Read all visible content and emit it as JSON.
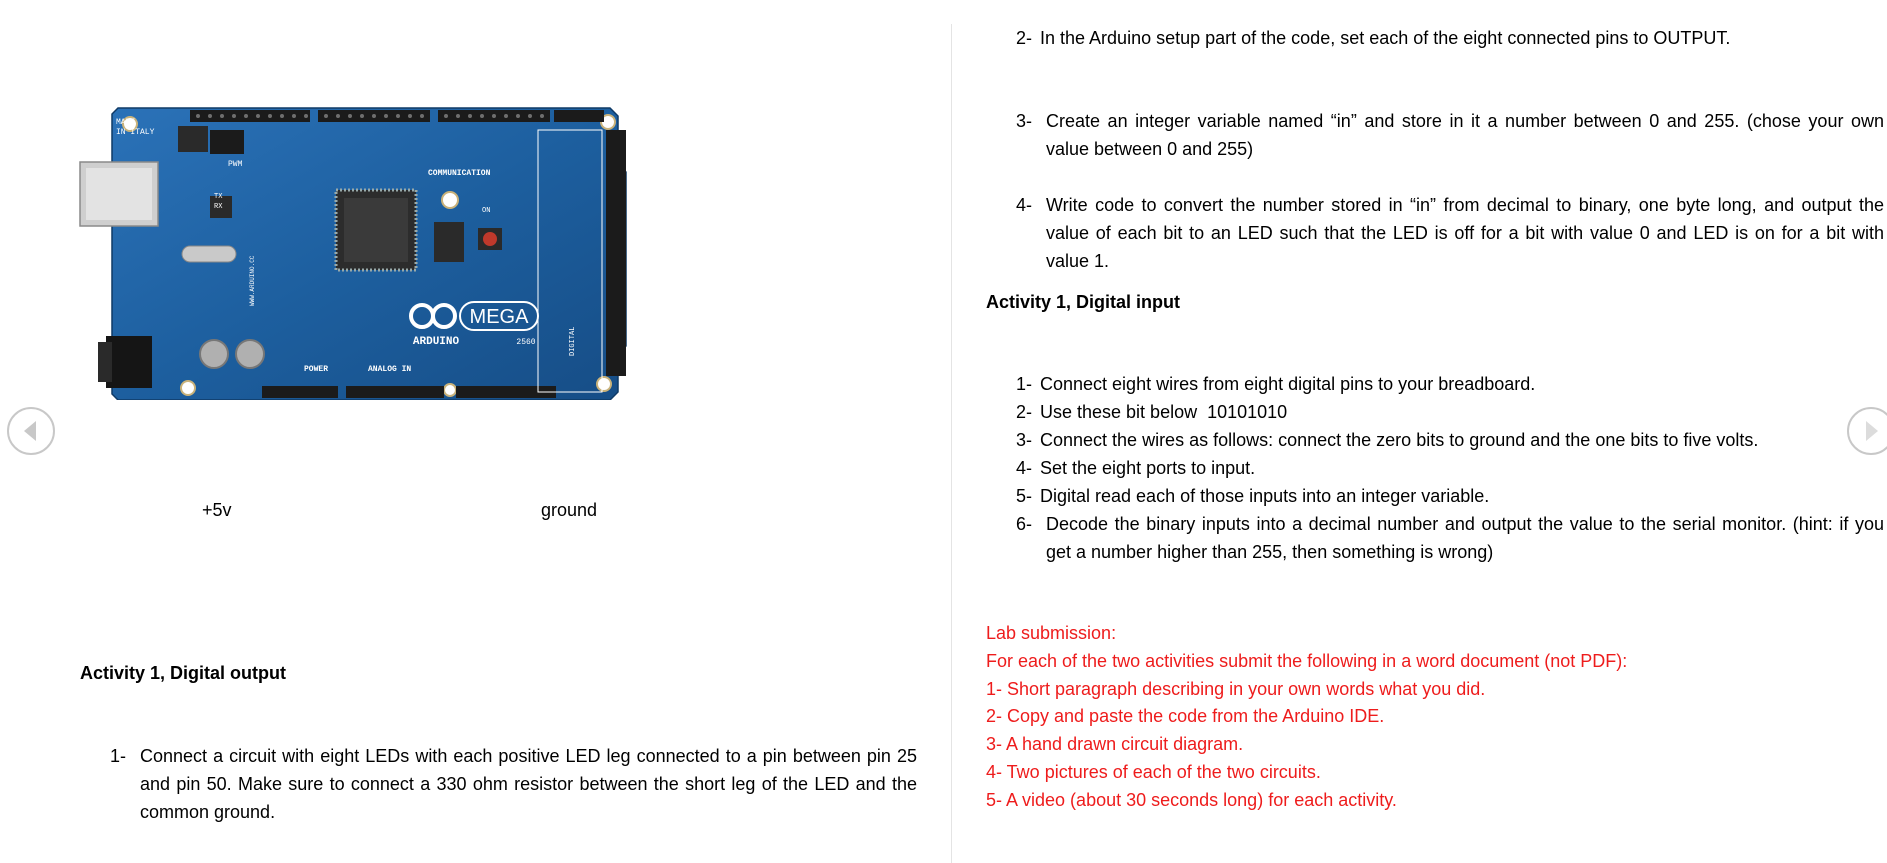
{
  "left_page": {
    "labels": {
      "plus5v": "+5v",
      "ground": "ground"
    },
    "board": {
      "made_in": [
        "MADE",
        "IN ITALY"
      ],
      "brand": "ARDUINO",
      "model": "MEGA",
      "model_number": "2560",
      "section_labels": {
        "communication": "COMMUNICATION",
        "power": "POWER",
        "analog_in": "ANALOG IN",
        "digital": "DIGITAL",
        "pwm": "PWM",
        "on": "ON",
        "tx": "TX",
        "rx": "RX",
        "website": "WWW.ARDUINO.CC"
      }
    },
    "activity_output": {
      "heading": "Activity 1, Digital output",
      "items": [
        {
          "num": "1-",
          "text": "Connect a circuit with eight LEDs with each positive LED leg connected to a pin between pin 25 and pin 50. Make sure to connect a 330 ohm resistor between the short leg of the LED and the common ground."
        }
      ]
    }
  },
  "right_page": {
    "output_items": [
      {
        "num": "2-",
        "text": "In the Arduino setup part of the code, set each of the eight connected pins to OUTPUT."
      },
      {
        "num": "3-",
        "text": "Create an integer variable named “in” and store in it a number between 0 and 255. (chose your own value between 0 and 255)"
      },
      {
        "num": "4-",
        "text": "Write code to convert the number stored in “in” from decimal to binary, one byte long,  and output the value of each bit to an LED such that the LED is off for a bit with value 0 and LED is on for a bit with value 1."
      }
    ],
    "activity_input": {
      "heading": "Activity 1, Digital input",
      "items": [
        {
          "num": "1-",
          "text": "Connect eight wires from eight digital pins to your breadboard."
        },
        {
          "num": "2-",
          "text": "Use these bit below  10101010"
        },
        {
          "num": "3-",
          "text": "Connect the wires as follows: connect the zero bits to ground and the one bits to five volts."
        },
        {
          "num": "4-",
          "text": "Set the eight ports to input."
        },
        {
          "num": "5-",
          "text": "Digital read each of those inputs into an integer variable."
        },
        {
          "num": "6-",
          "text": "Decode the binary inputs into a decimal number and output the value to the serial monitor. (hint: if you get a number higher than 255, then something is wrong)"
        }
      ]
    },
    "submission": {
      "heading": "Lab submission:",
      "intro": "For each of the two activities submit the following in a word document (not PDF):",
      "items": [
        "1- Short paragraph describing in your own words what you did.",
        "2- Copy and paste the code from the Arduino IDE.",
        "3- A hand drawn circuit diagram.",
        "4- Two pictures of each of the two circuits.",
        "5- A video (about 30 seconds long) for each activity."
      ]
    }
  },
  "navigation": {
    "prev_icon": "chevron-left-icon",
    "next_icon": "chevron-right-icon"
  },
  "colors": {
    "submission_text": "#ee1c1c",
    "board_blue": "#1d5f9f"
  }
}
